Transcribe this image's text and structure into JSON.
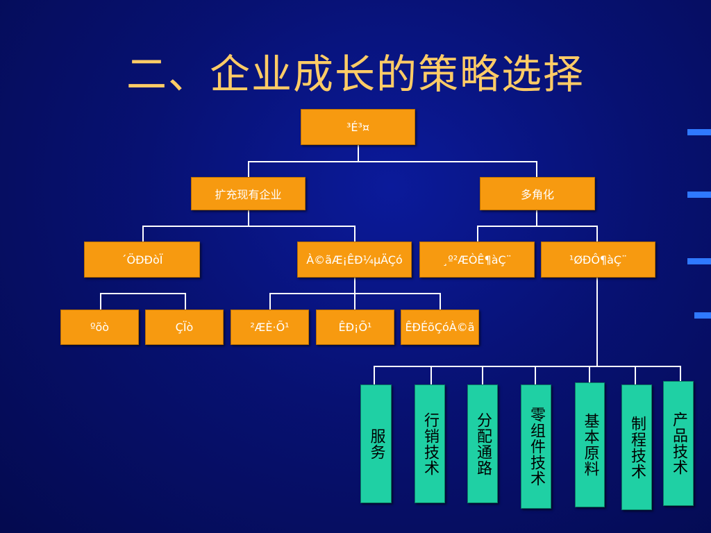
{
  "title": "二、企业成长的策略选择",
  "root": {
    "label": "³É³¤"
  },
  "level1": [
    {
      "label": "扩充现有企业"
    },
    {
      "label": "多角化"
    }
  ],
  "level2": [
    {
      "label": "´ÖÐÐòÏ"
    },
    {
      "label": "À©ãÆ¡ÊÐ¼µÄÇó"
    },
    {
      "label": "¸º²ÆÒÊ¶àÇ¨"
    },
    {
      "label": "¹ØÐÔ¶àÇ¨"
    }
  ],
  "level3": [
    {
      "label": "ºõò"
    },
    {
      "label": "ÇÏò"
    },
    {
      "label": "²ÆÈ·Õ¹"
    },
    {
      "label": "ÊÐ¡Õ¹"
    },
    {
      "label": "ÊÐÉõÇóÀ©ã"
    }
  ],
  "technology_items": [
    {
      "label": "服务"
    },
    {
      "label": "行销技术"
    },
    {
      "label": "分配通路"
    },
    {
      "label": "零组件技术"
    },
    {
      "label": "基本原料"
    },
    {
      "label": "制程技术"
    },
    {
      "label": "产品技术"
    }
  ],
  "colors": {
    "background": "#071172",
    "title": "#ffcc66",
    "orange_box": "#f79a10",
    "green_box": "#1fd0a4",
    "connector": "#ffffff",
    "accent": "#2f79ff"
  }
}
